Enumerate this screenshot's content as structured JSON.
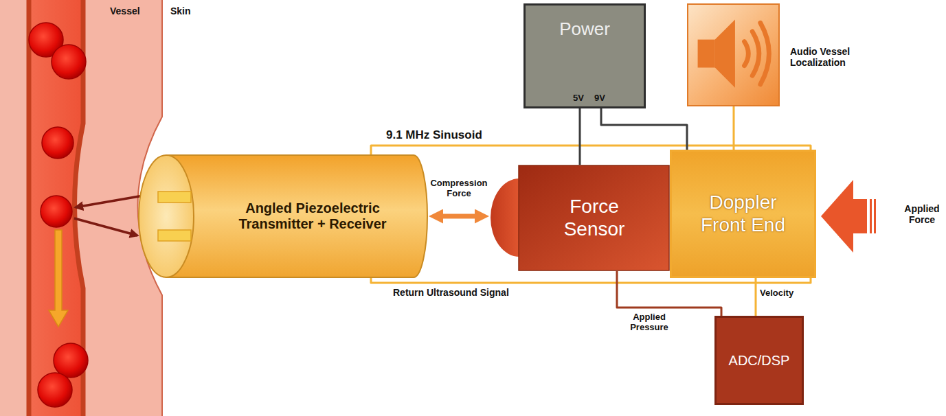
{
  "diagram": {
    "nodes": [
      {
        "text": [
          "Power",
          "5V",
          "9V"
        ]
      },
      {
        "text": [
          "Audio Vessel Localization"
        ]
      },
      {
        "text": [
          "Angled Piezoelectric Transmitter + Receiver"
        ]
      },
      {
        "text": [
          "Force Sensor"
        ]
      },
      {
        "text": [
          "Doppler Front End"
        ]
      },
      {
        "text": [
          "ADC/DSP"
        ]
      }
    ],
    "edges": [
      {
        "from": 4,
        "to": 2,
        "label": "9.1 MHz Sinusoid",
        "arrow": "none"
      },
      {
        "from": 2,
        "to": 4,
        "label": "Return Ultrasound Signal",
        "arrow": "none"
      },
      {
        "from": 2,
        "to": 3,
        "label": "Compression Force",
        "arrow": "both"
      },
      {
        "from": 0,
        "to": 3,
        "arrow": "none"
      },
      {
        "from": 0,
        "to": 4,
        "arrow": "none"
      },
      {
        "from": 4,
        "to": 1,
        "arrow": "none"
      },
      {
        "from": 3,
        "to": 5,
        "label": "Applied Pressure",
        "arrow": "none"
      },
      {
        "from": 4,
        "to": 5,
        "label": "Velocity",
        "arrow": "none"
      }
    ],
    "labels": [
      "Vessel",
      "Skin",
      "Applied Force"
    ]
  }
}
